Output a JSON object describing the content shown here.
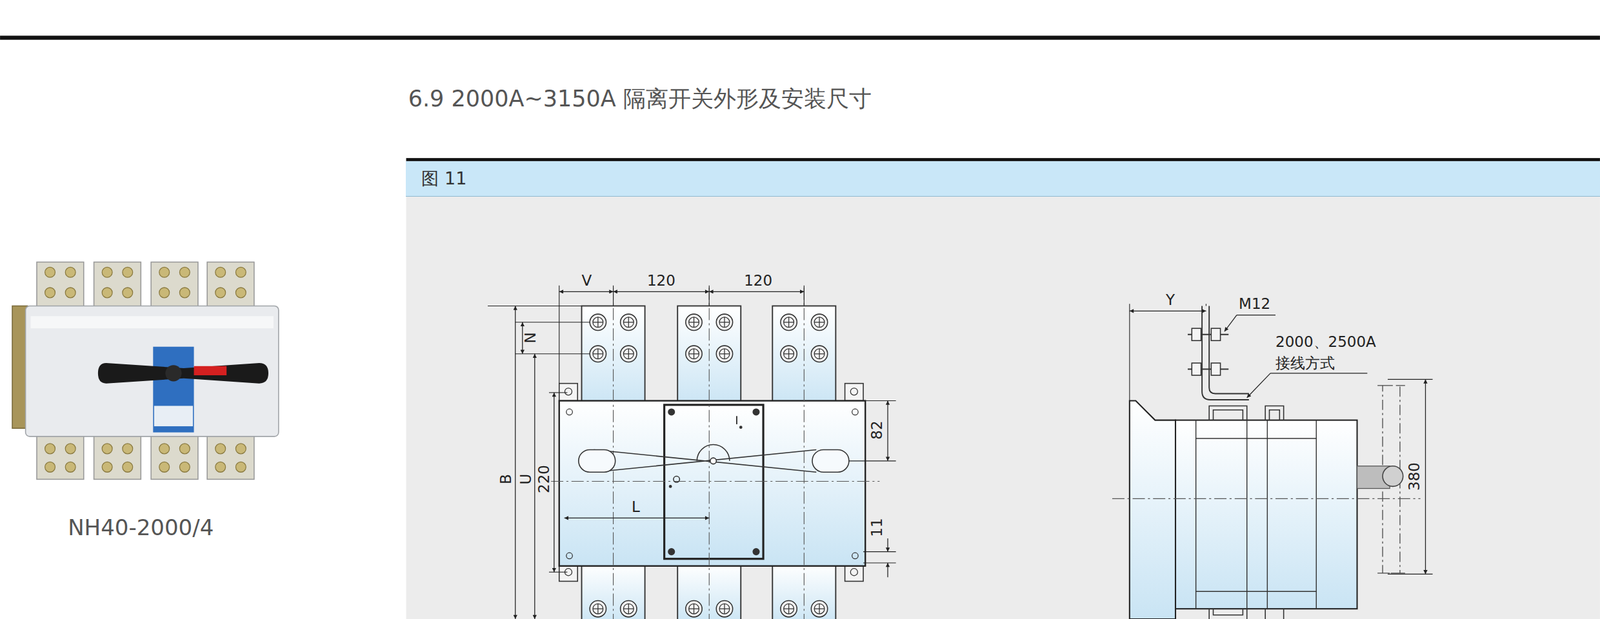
{
  "diagram": {
    "title": "6.9 2000A~3150A 隔离开关外形及安装尺寸",
    "caption": "NH40-2000/4",
    "nodes": [
      {
        "text": [
          "图 11"
        ]
      }
    ],
    "labels": [
      "V",
      "120",
      "120",
      "N",
      "B",
      "U",
      "220",
      "L",
      "82",
      "11",
      "Y",
      "M12",
      "2000、2500A",
      "接线方式",
      "380"
    ]
  }
}
